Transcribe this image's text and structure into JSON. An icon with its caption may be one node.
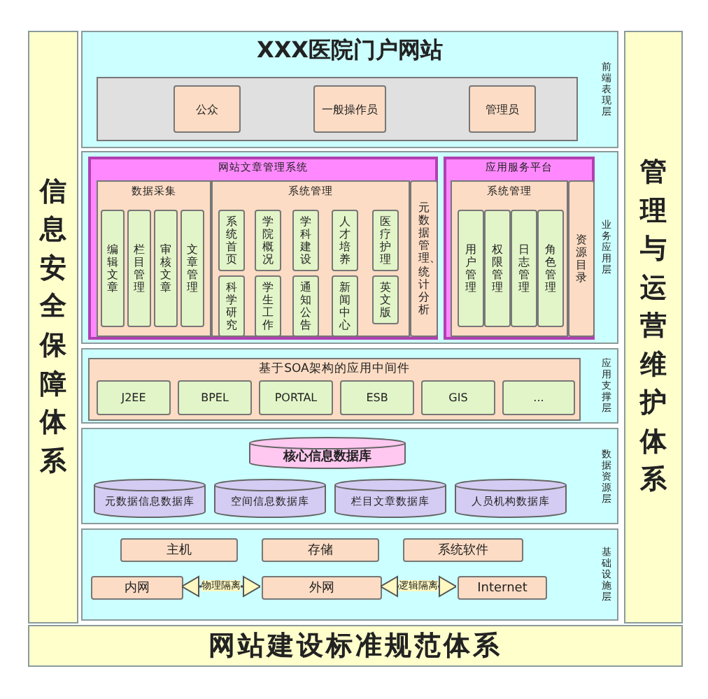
{
  "diagram": {
    "nodes": [
      {
        "text": [
          "信息安全保障体系"
        ]
      },
      {
        "text": [
          "XXX医院门户网站",
          "前端表现层"
        ]
      },
      {
        "text": [],
        "shape": "box",
        "in": 1
      },
      {
        "text": [
          "公众"
        ],
        "in": 2
      },
      {
        "text": [
          "一般操作员"
        ],
        "in": 2
      },
      {
        "text": [
          "管理员"
        ],
        "in": 2
      },
      {
        "text": [
          "业务应用层"
        ]
      },
      {
        "text": [
          "网站文章管理系统"
        ],
        "in": 6
      },
      {
        "text": [
          "数据采集"
        ],
        "in": 7
      },
      {
        "text": [
          "编辑文章"
        ],
        "in": 8
      },
      {
        "text": [
          "栏目管理"
        ],
        "in": 8
      },
      {
        "text": [
          "审核文章"
        ],
        "in": 8
      },
      {
        "text": [
          "文章管理"
        ],
        "in": 8
      },
      {
        "text": [
          "系统管理"
        ],
        "in": 7
      },
      {
        "text": [
          "系统首页"
        ],
        "in": 13
      },
      {
        "text": [
          "学院概况"
        ],
        "in": 13
      },
      {
        "text": [
          "学科建设"
        ],
        "in": 13
      },
      {
        "text": [
          "人才培养"
        ],
        "in": 13
      },
      {
        "text": [
          "医疗护理"
        ],
        "in": 13
      },
      {
        "text": [
          "科学研究"
        ],
        "in": 13
      },
      {
        "text": [
          "学生工作"
        ],
        "in": 13
      },
      {
        "text": [
          "通知公告"
        ],
        "in": 13
      },
      {
        "text": [
          "新闻中心"
        ],
        "in": 13
      },
      {
        "text": [
          "英文版"
        ],
        "in": 13
      },
      {
        "text": [
          "元数据管理、统计分析"
        ],
        "in": 7
      },
      {
        "text": [
          "应用服务平台"
        ],
        "in": 6
      },
      {
        "text": [
          "系统管理"
        ],
        "in": 25
      },
      {
        "text": [
          "用户管理"
        ],
        "in": 26
      },
      {
        "text": [
          "权限管理"
        ],
        "in": 26
      },
      {
        "text": [
          "日志管理"
        ],
        "in": 26
      },
      {
        "text": [
          "角色管理"
        ],
        "in": 26
      },
      {
        "text": [
          "资源目录"
        ],
        "in": 25
      },
      {
        "text": [
          "应用支撑层"
        ]
      },
      {
        "text": [
          "基于SOA架构的应用中间件"
        ],
        "in": 32
      },
      {
        "text": [
          "J2EE"
        ],
        "in": 33
      },
      {
        "text": [
          "BPEL"
        ],
        "in": 33
      },
      {
        "text": [
          "PORTAL"
        ],
        "in": 33
      },
      {
        "text": [
          "ESB"
        ],
        "in": 33
      },
      {
        "text": [
          "GIS"
        ],
        "in": 33
      },
      {
        "text": [
          "..."
        ],
        "in": 33
      },
      {
        "text": [
          "数据资源层"
        ]
      },
      {
        "text": [
          "核心信息数据库"
        ],
        "in": 40
      },
      {
        "text": [
          "元数据信息数据库"
        ],
        "in": 40
      },
      {
        "text": [
          "空间信息数据库"
        ],
        "in": 40
      },
      {
        "text": [
          "栏目文章数据库"
        ],
        "in": 40
      },
      {
        "text": [
          "人员机构数据库"
        ],
        "in": 40
      },
      {
        "text": [
          "基础设施层"
        ]
      },
      {
        "text": [
          "主机"
        ],
        "in": 46
      },
      {
        "text": [
          "存储"
        ],
        "in": 46
      },
      {
        "text": [
          "系统软件"
        ],
        "in": 46
      },
      {
        "text": [
          "内网"
        ],
        "in": 46
      },
      {
        "text": [
          "外网"
        ],
        "in": 46
      },
      {
        "text": [
          "Internet"
        ],
        "in": 46
      },
      {
        "text": [
          "管理与运营维护体系"
        ]
      },
      {
        "text": [
          "网站建设标准规范体系"
        ]
      }
    ],
    "edges": [
      {
        "from": 50,
        "to": 51,
        "arrow": "both",
        "label": "物理隔离"
      },
      {
        "from": 51,
        "to": 52,
        "arrow": "both",
        "label": "逻辑隔离"
      }
    ]
  }
}
